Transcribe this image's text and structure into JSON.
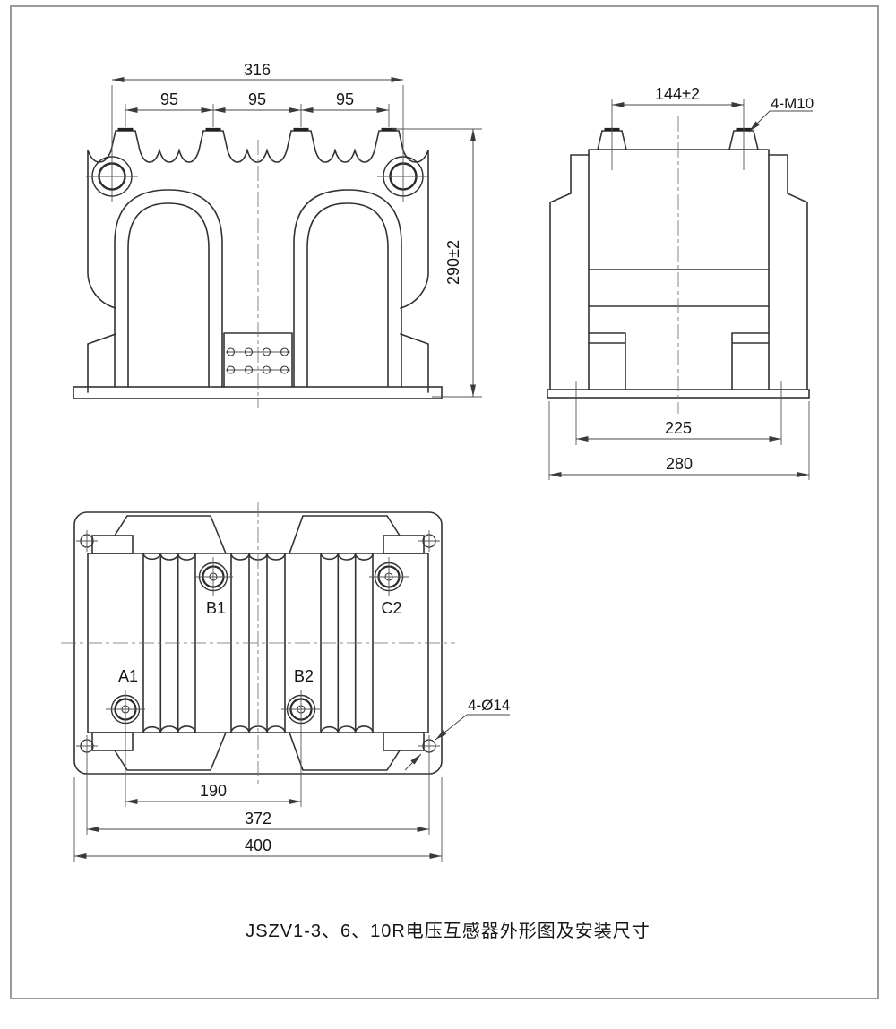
{
  "drawing": {
    "caption": "JSZV1-3、6、10R电压互感器外形图及安装尺寸"
  },
  "front_view": {
    "dim_mounting_hole_span": "316",
    "dims_terminal_pitch": [
      "95",
      "95",
      "95"
    ],
    "dim_overall_height": "290±2"
  },
  "side_view": {
    "dim_terminal_row_span": "144±2",
    "note_terminal_threads": "4-M10",
    "dim_slot_centers": "225",
    "dim_base_depth": "280"
  },
  "top_view": {
    "terminal_labels": {
      "a1": "A1",
      "b1": "B1",
      "b2": "B2",
      "c2": "C2"
    },
    "note_mounting_holes": "4-Ø14",
    "dim_terminal_pitch": "190",
    "dim_mounting_hole_span": "372",
    "dim_overall_width": "400"
  },
  "colors": {
    "line": "#333333",
    "dim_line": "#474747",
    "frame": "#9b9b9b",
    "text": "#161616",
    "background": "#ffffff"
  }
}
